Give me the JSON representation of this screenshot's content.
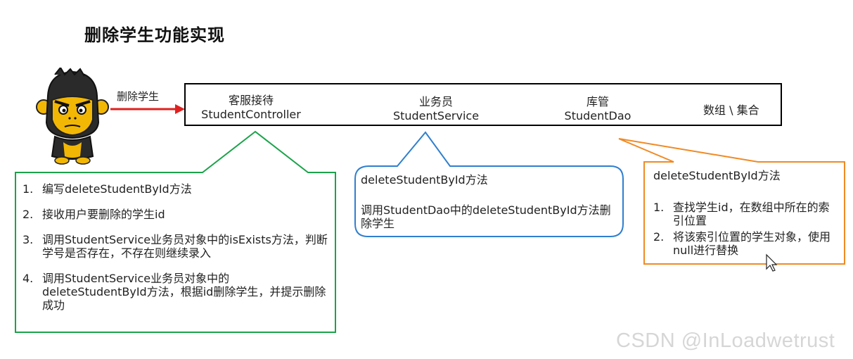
{
  "title": "删除学生功能实现",
  "actor": {
    "label": "删除学生",
    "icon": "monkey-mascot-icon"
  },
  "layers": {
    "controller": {
      "role": "客服接待",
      "name": "StudentController"
    },
    "service": {
      "role": "业务员",
      "name": "StudentService"
    },
    "dao": {
      "role": "库管",
      "name": "StudentDao"
    },
    "storage": {
      "label": "数组 \\ 集合"
    }
  },
  "controller_callout": {
    "color": "#1aa34a",
    "steps": [
      {
        "num": "1.",
        "text": "编写deleteStudentById方法"
      },
      {
        "num": "2.",
        "text": "接收用户要删除的学生id"
      },
      {
        "num": "3.",
        "text": "调用StudentService业务员对象中的isExists方法，判断学号是否存在，不存在则继续录入"
      },
      {
        "num": "4.",
        "text": "调用StudentService业务员对象中的deleteStudentById方法，根据id删除学生，并提示删除成功"
      }
    ]
  },
  "service_callout": {
    "color": "#2f7fcf",
    "title": "deleteStudentById方法",
    "body": "调用StudentDao中的deleteStudentById方法删除学生"
  },
  "dao_callout": {
    "color": "#f08a24",
    "title": "deleteStudentById方法",
    "steps": [
      {
        "num": "1.",
        "text": "查找学生id，在数组中所在的索引位置"
      },
      {
        "num": "2.",
        "text": "将该索引位置的学生对象，使用null进行替换"
      }
    ]
  },
  "arrow_color": "#e02020",
  "watermark": "CSDN @InLoadwetrust"
}
